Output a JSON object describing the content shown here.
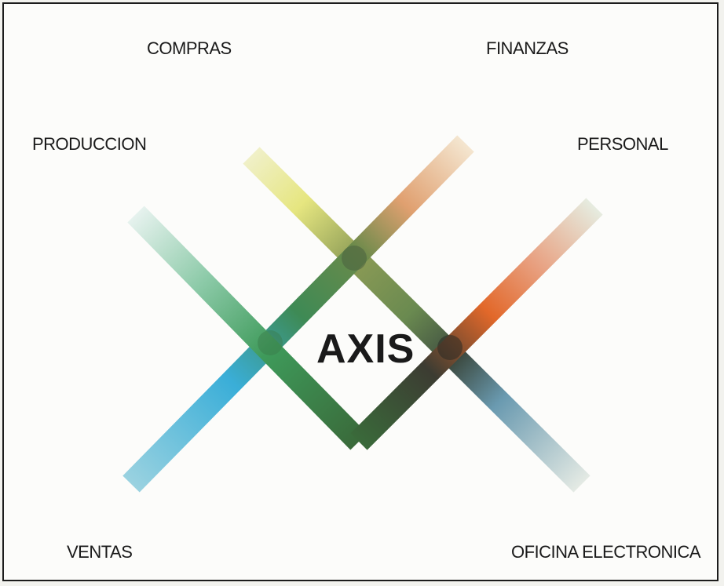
{
  "diagram": {
    "center": "AXIS",
    "labels": {
      "compras": "COMPRAS",
      "finanzas": "FINANZAS",
      "produccion": "PRODUCCION",
      "personal": "PERSONAL",
      "ventas": "VENTAS",
      "oficina": "OFICINA ELECTRONICA"
    },
    "colors": {
      "band_yellow": "#e8e88a",
      "band_orange": "#e8804a",
      "band_cyan": "#3aaed8",
      "band_green": "#4d9a55",
      "band_dark": "#3a3a30",
      "band_blue_grey": "#6a9ab0",
      "text": "#1a1a1a"
    }
  }
}
